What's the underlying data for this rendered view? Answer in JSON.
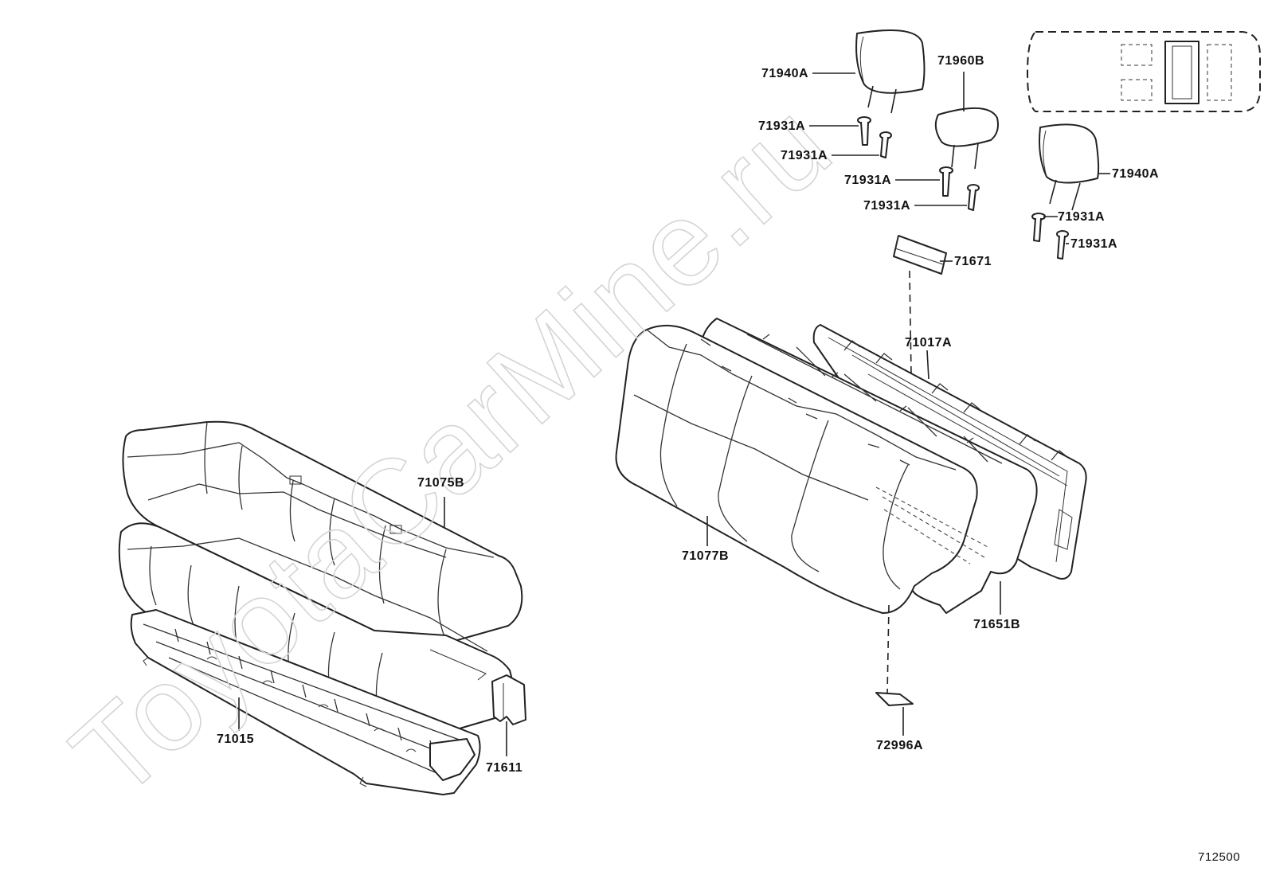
{
  "watermark": "ToyotaCarMine.ru",
  "diagram_code": "712500",
  "parts": {
    "headrest_outer_left": "71940A",
    "headrest_center": "71960B",
    "headrest_outer_right": "71940A",
    "guide_1": "71931A",
    "guide_2": "71931A",
    "guide_3": "71931A",
    "guide_4": "71931A",
    "guide_5": "71931A",
    "guide_6": "71931A",
    "center_cover": "71671",
    "seatback_frame": "71017A",
    "seatback_cover": "71077B",
    "seatback_board": "71651B",
    "plate": "72996A",
    "cushion_cover": "71075B",
    "cushion_frame": "71015",
    "cushion_side_board": "71611"
  }
}
